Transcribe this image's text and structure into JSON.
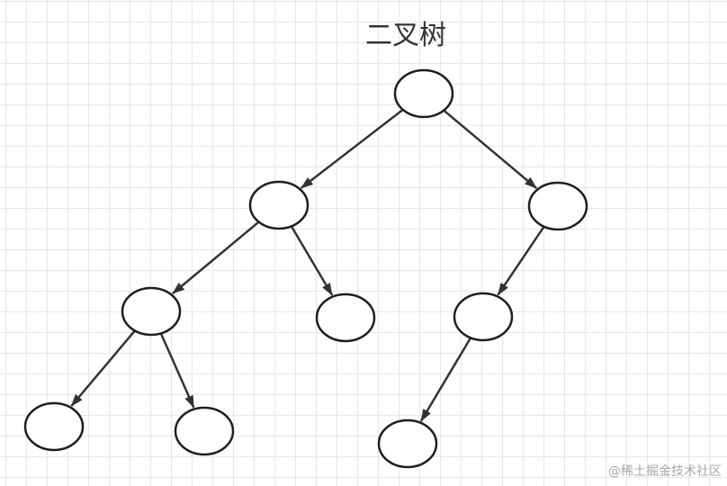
{
  "title": "二叉树",
  "watermark": "@稀土掘金技术社区",
  "colors": {
    "stroke": "#1f1f1f",
    "edge": "#333333",
    "grid": "#e6e6e6",
    "background": "#ffffff"
  },
  "tree": {
    "nodes": [
      {
        "id": "root"
      },
      {
        "id": "l"
      },
      {
        "id": "r"
      },
      {
        "id": "ll"
      },
      {
        "id": "lr"
      },
      {
        "id": "rl"
      },
      {
        "id": "lll"
      },
      {
        "id": "llr"
      },
      {
        "id": "rll"
      }
    ],
    "edges": [
      {
        "from": "root",
        "to": "l"
      },
      {
        "from": "root",
        "to": "r"
      },
      {
        "from": "l",
        "to": "ll"
      },
      {
        "from": "l",
        "to": "lr"
      },
      {
        "from": "r",
        "to": "rl"
      },
      {
        "from": "ll",
        "to": "lll"
      },
      {
        "from": "ll",
        "to": "llr"
      },
      {
        "from": "rl",
        "to": "rll"
      }
    ]
  }
}
